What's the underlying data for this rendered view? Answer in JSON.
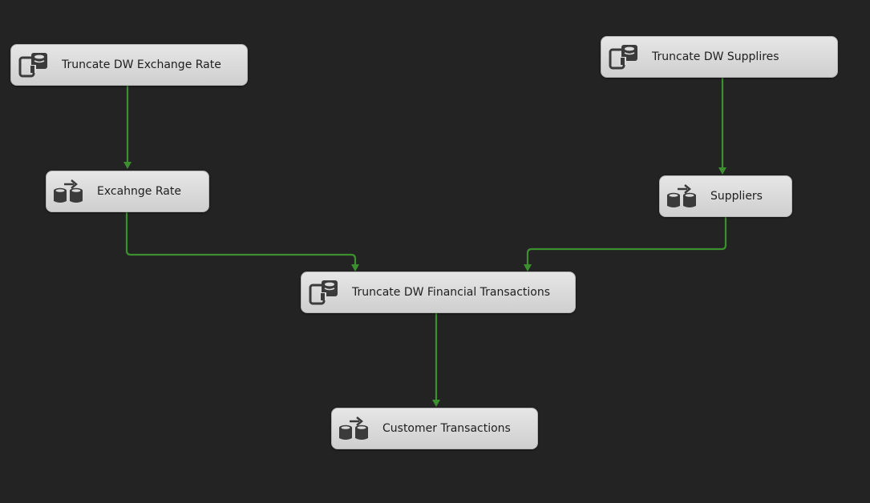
{
  "tasks": {
    "truncate_exchange": {
      "label": "Truncate DW Exchange Rate",
      "icon": "execute-sql-task-icon"
    },
    "exchange_rate": {
      "label": "Excahnge Rate",
      "icon": "data-flow-task-icon"
    },
    "truncate_suppliers": {
      "label": "Truncate DW Supplires",
      "icon": "execute-sql-task-icon"
    },
    "suppliers": {
      "label": "Suppliers",
      "icon": "data-flow-task-icon"
    },
    "truncate_financial": {
      "label": "Truncate DW Financial Transactions",
      "icon": "execute-sql-task-icon"
    },
    "customer": {
      "label": "Customer Transactions",
      "icon": "data-flow-task-icon"
    }
  },
  "connections": [
    {
      "from": "truncate_exchange",
      "to": "exchange_rate"
    },
    {
      "from": "exchange_rate",
      "to": "truncate_financial"
    },
    {
      "from": "truncate_suppliers",
      "to": "suppliers"
    },
    {
      "from": "suppliers",
      "to": "truncate_financial"
    },
    {
      "from": "truncate_financial",
      "to": "customer"
    }
  ],
  "colors": {
    "background": "#232323",
    "connector": "#3c8f2f",
    "task_fill": "#dcdcdc",
    "icon": "#3b3b3b"
  }
}
